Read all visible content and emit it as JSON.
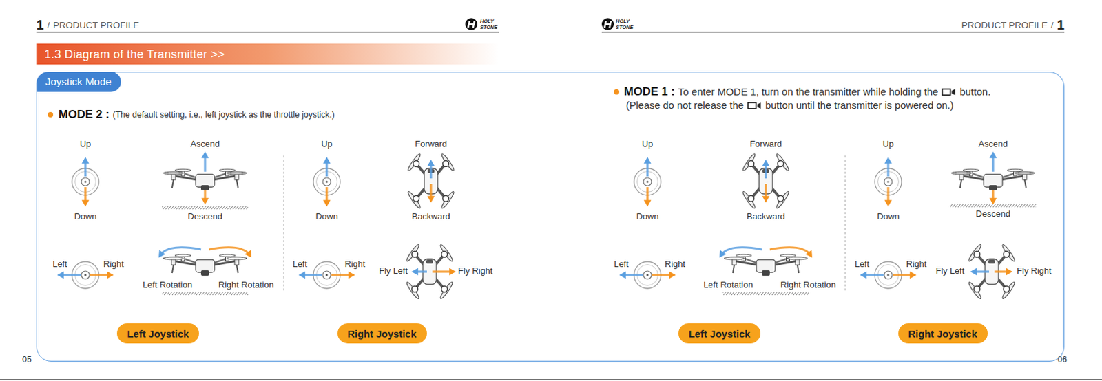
{
  "diagram": {
    "title": "1.3 Diagram of the Transmitter >>",
    "nodes": [
      {
        "text": [
          "Joystick Mode"
        ]
      },
      {
        "text": [
          "Left Joystick"
        ],
        "in": 0
      },
      {
        "text": [
          "Right Joystick"
        ],
        "in": 0
      },
      {
        "text": [
          "Left Joystick"
        ],
        "in": 0
      },
      {
        "text": [
          "Right Joystick"
        ],
        "in": 0
      }
    ],
    "edges": [],
    "labels": [
      "1",
      "/",
      "PRODUCT PROFILE",
      "HOLY",
      "STONE",
      "HOLY",
      "STONE",
      "PRODUCT PROFILE",
      "/",
      "1",
      "MODE 2 :",
      "(The default setting, i.e., left joystick as the throttle joystick.)",
      "Up",
      "Down",
      "Ascend",
      "Descend",
      "Left",
      "Right",
      "Left Rotation",
      "Right Rotation",
      "Up",
      "Down",
      "Forward",
      "Backward",
      "Left",
      "Right",
      "Fly Left",
      "Fly Right",
      "MODE 1 :",
      "To enter MODE 1, turn on the transmitter while holding the",
      "button.",
      "(Please do not release the",
      "button until the transmitter is powered on.)",
      "Up",
      "Down",
      "Forward",
      "Backward",
      "Left",
      "Right",
      "Left Rotation",
      "Right Rotation",
      "Up",
      "Down",
      "Ascend",
      "Descend",
      "Left",
      "Right",
      "Fly Left",
      "Fly Right",
      "05",
      "06"
    ]
  }
}
